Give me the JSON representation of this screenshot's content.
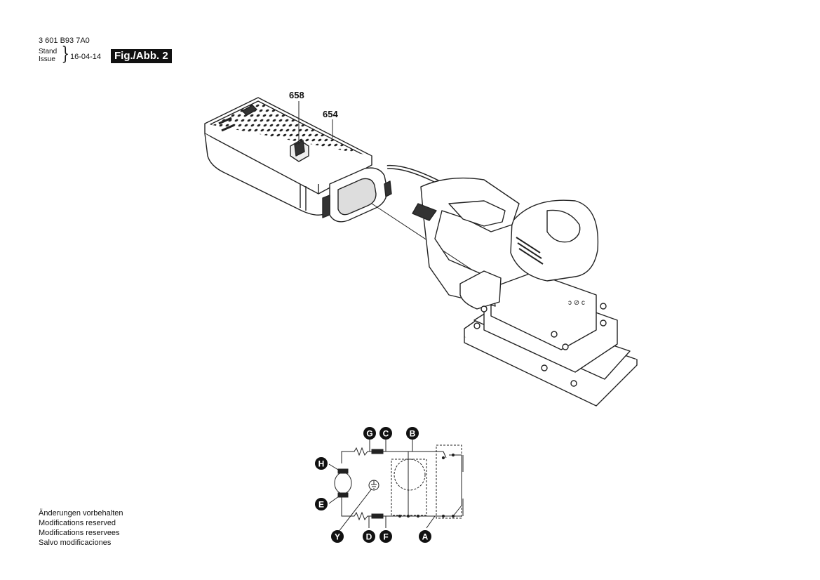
{
  "header": {
    "doc_number": "3 601 B93 7A0",
    "stand_label": "Stand",
    "issue_label": "Issue",
    "date": "16-04-14",
    "figure": "Fig./Abb. 2"
  },
  "parts": {
    "label_658": "658",
    "label_654": "654"
  },
  "circuit": {
    "labels": [
      "G",
      "C",
      "B",
      "H",
      "E",
      "Y",
      "D",
      "F",
      "A"
    ]
  },
  "notes": [
    "Änderungen vorbehalten",
    "Modifications reserved",
    "Modifications reservees",
    "Salvo modificaciones"
  ]
}
